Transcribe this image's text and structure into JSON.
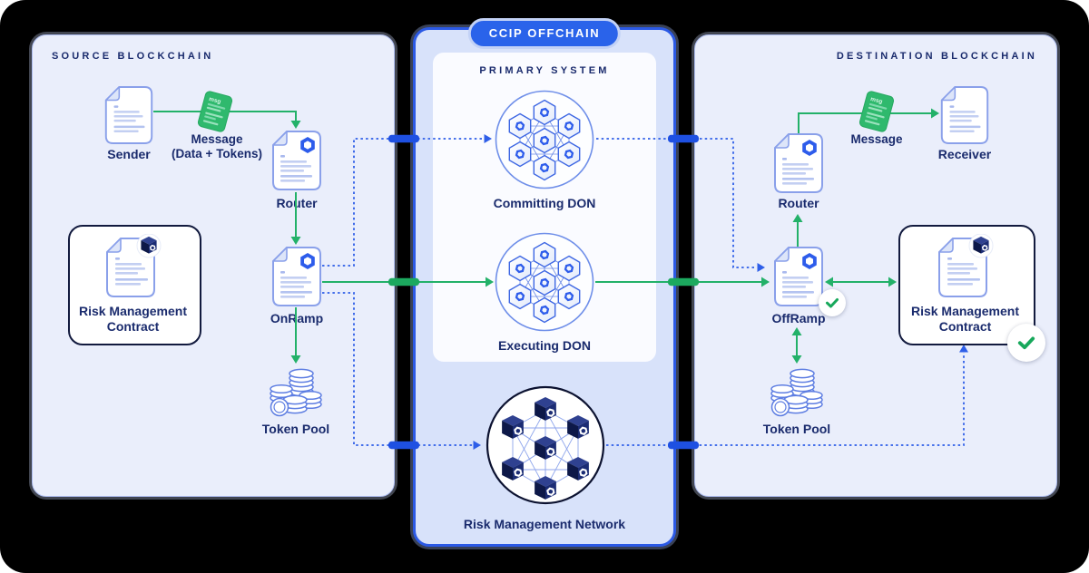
{
  "source": {
    "title": "SOURCE BLOCKCHAIN",
    "sender_label": "Sender",
    "message_label": "Message",
    "message_sublabel": "(Data + Tokens)",
    "router_label": "Router",
    "onramp_label": "OnRamp",
    "token_pool_label": "Token Pool",
    "risk_contract_label": "Risk Management Contract"
  },
  "offchain": {
    "badge_label": "CCIP OFFCHAIN",
    "primary_system_title": "PRIMARY SYSTEM",
    "committing_don_label": "Committing DON",
    "executing_don_label": "Executing DON",
    "risk_network_label": "Risk Management Network"
  },
  "destination": {
    "title": "DESTINATION BLOCKCHAIN",
    "message_label": "Message",
    "receiver_label": "Receiver",
    "router_label": "Router",
    "offramp_label": "OffRamp",
    "token_pool_label": "Token Pool",
    "risk_contract_label": "Risk Management Contract"
  },
  "icons": {
    "message_card_text": "msg",
    "sender_icon": "document-icon",
    "router_icon": "chainlink-contract-document-icon",
    "onramp_icon": "chainlink-contract-document-icon",
    "offramp_icon": "chainlink-contract-document-icon",
    "receiver_icon": "document-icon",
    "token_pool_icon": "coin-stack-icon",
    "risk_contract_icon": "document-with-cube-icon",
    "don_icon": "oracle-network-hexagon-mesh-icon",
    "risk_network_icon": "dark-cube-mesh-network-icon",
    "check_icon": "green-checkmark-circle-icon"
  },
  "colors": {
    "background": "#000000",
    "side_panel_bg": "#eaeefb",
    "side_panel_border": "#aebdf0",
    "mid_panel_bg": "#d8e2fa",
    "mid_panel_border": "#2b59e5",
    "inner_panel_bg": "#fafbff",
    "badge_bg": "#2a63ea",
    "badge_text": "#ffffff",
    "navy": "#1a2b6d",
    "green": "#23b169",
    "blue_line": "#2e5ee8",
    "doc_border": "#8aa0ea",
    "chainlink_blue": "#2d5ceb",
    "cube_dark": "#0d1848",
    "rmc_border": "#121a3e",
    "msg_green": "#2fb96d"
  }
}
